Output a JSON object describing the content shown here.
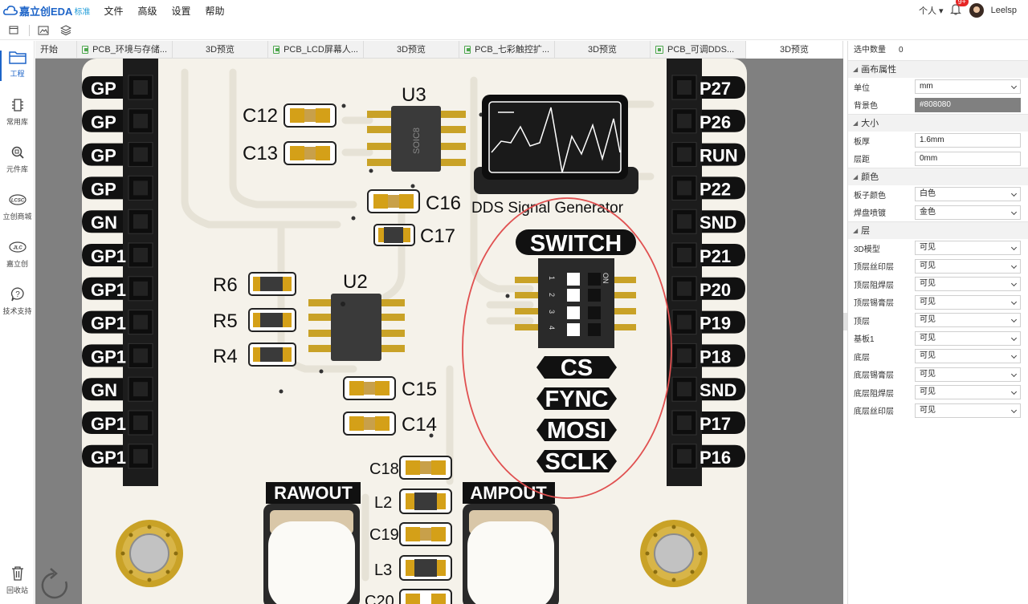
{
  "app": {
    "logo_text": "嘉立创EDA",
    "edition": "标准",
    "menu": [
      "文件",
      "高级",
      "设置",
      "帮助"
    ],
    "user_menu": "个人",
    "notification_count": "9+",
    "username": "Leelsp"
  },
  "sidebar": {
    "items": [
      {
        "label": "工程",
        "icon": "folder-icon",
        "active": true
      },
      {
        "label": "常用库",
        "icon": "chip-icon"
      },
      {
        "label": "元件库",
        "icon": "search-component-icon"
      },
      {
        "label": "立创商城",
        "icon": "lcsc-icon"
      },
      {
        "label": "嘉立创",
        "icon": "jlc-icon"
      },
      {
        "label": "技术支持",
        "icon": "help-icon"
      }
    ],
    "bottom": {
      "label": "回收站",
      "icon": "trash-icon"
    }
  },
  "tabs": [
    {
      "label": "开始",
      "pcb": false
    },
    {
      "label": "PCB_环境与存储...",
      "pcb": true
    },
    {
      "label": "3D预览",
      "pcb": false
    },
    {
      "label": "PCB_LCD屏幕人...",
      "pcb": true
    },
    {
      "label": "3D预览",
      "pcb": false
    },
    {
      "label": "PCB_七彩触控扩...",
      "pcb": true
    },
    {
      "label": "3D预览",
      "pcb": false
    },
    {
      "label": "PCB_可调DDS...",
      "pcb": true
    },
    {
      "label": "3D预览",
      "pcb": false,
      "active": true
    }
  ],
  "board": {
    "left_pins": [
      "GP",
      "GP",
      "GP",
      "GP",
      "GN",
      "GP1",
      "GP1",
      "GP1",
      "GP1",
      "GN",
      "GP1",
      "GP1"
    ],
    "right_pins": [
      "P27",
      "P26",
      "RUN",
      "P22",
      "SND",
      "P21",
      "P20",
      "P19",
      "P18",
      "SND",
      "P17",
      "P16"
    ],
    "components": {
      "c12": "C12",
      "c13": "C13",
      "u3": "U3",
      "soic": "SOIC8",
      "c16": "C16",
      "c17": "C17",
      "r6": "R6",
      "r5": "R5",
      "r4": "R4",
      "u2": "U2",
      "c15": "C15",
      "c14": "C14",
      "c18": "C18",
      "l2": "L2",
      "c19": "C19",
      "l3": "L3",
      "c20": "C20"
    },
    "dds_title": "DDS Signal Generator",
    "switch_title": "SWITCH",
    "switch_on": "ON",
    "switch_numbers": [
      "1",
      "2",
      "3",
      "4"
    ],
    "signals": [
      "CS",
      "FYNC",
      "MOSI",
      "SCLK"
    ],
    "rawout": "RAWOUT",
    "ampout": "AMPOUT"
  },
  "properties": {
    "selected_count_label": "选中数量",
    "selected_count": "0",
    "sections": [
      {
        "title": "画布属性",
        "rows": [
          {
            "label": "单位",
            "value": "mm",
            "type": "select"
          },
          {
            "label": "背景色",
            "value": "#808080",
            "type": "color"
          }
        ]
      },
      {
        "title": "大小",
        "rows": [
          {
            "label": "板厚",
            "value": "1.6mm",
            "type": "input"
          },
          {
            "label": "层距",
            "value": "0mm",
            "type": "input"
          }
        ]
      },
      {
        "title": "颜色",
        "rows": [
          {
            "label": "板子颜色",
            "value": "白色",
            "type": "select"
          },
          {
            "label": "焊盘喷镀",
            "value": "金色",
            "type": "select"
          }
        ]
      },
      {
        "title": "层",
        "rows": [
          {
            "label": "3D模型",
            "value": "可见",
            "type": "select"
          },
          {
            "label": "顶层丝印层",
            "value": "可见",
            "type": "select"
          },
          {
            "label": "顶层阻焊层",
            "value": "可见",
            "type": "select"
          },
          {
            "label": "顶层锡膏层",
            "value": "可见",
            "type": "select"
          },
          {
            "label": "顶层",
            "value": "可见",
            "type": "select"
          },
          {
            "label": "基板1",
            "value": "可见",
            "type": "select"
          },
          {
            "label": "底层",
            "value": "可见",
            "type": "select"
          },
          {
            "label": "底层锡膏层",
            "value": "可见",
            "type": "select"
          },
          {
            "label": "底层阻焊层",
            "value": "可见",
            "type": "select"
          },
          {
            "label": "底层丝印层",
            "value": "可见",
            "type": "select"
          }
        ]
      }
    ]
  },
  "colors": {
    "accent": "#1d64c8",
    "board": "#f5f2ea",
    "gold": "#c9a227",
    "canvas": "#808080",
    "annotation": "#e05050"
  }
}
